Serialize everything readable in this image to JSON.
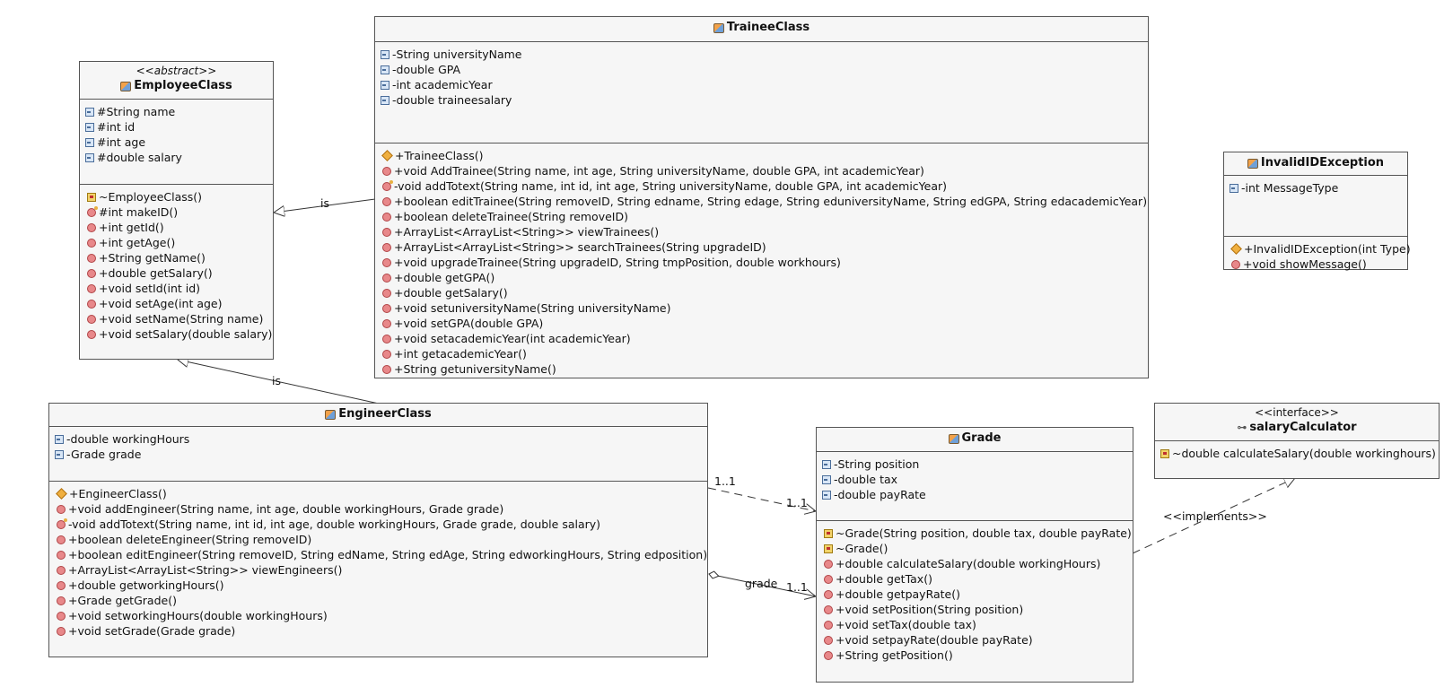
{
  "classes": {
    "trainee": {
      "name": "TraineeClass",
      "attributes": [
        {
          "text": "-String universityName",
          "icon": "field-icon"
        },
        {
          "text": "-double GPA",
          "icon": "field-icon"
        },
        {
          "text": "-int academicYear",
          "icon": "field-icon"
        },
        {
          "text": "-double traineesalary",
          "icon": "field-icon"
        }
      ],
      "operations": [
        {
          "text": "+TraineeClass()",
          "icon": "constructor-icon"
        },
        {
          "text": "+void AddTrainee(String name, int age, String universityName, double GPA, int academicYear)",
          "icon": "method-icon"
        },
        {
          "text": "-void addTotext(String name, int id, int age, String universityName, double GPA, int academicYear)",
          "icon": "private-method-icon"
        },
        {
          "text": "+boolean editTrainee(String removeID, String edname, String edage, String eduniversityName, String edGPA, String edacademicYear)",
          "icon": "method-icon"
        },
        {
          "text": "+boolean deleteTrainee(String removeID)",
          "icon": "method-icon"
        },
        {
          "text": "+ArrayList<ArrayList<String>> viewTrainees()",
          "icon": "method-icon"
        },
        {
          "text": "+ArrayList<ArrayList<String>> searchTrainees(String upgradeID)",
          "icon": "method-icon"
        },
        {
          "text": "+void upgradeTrainee(String upgradeID, String tmpPosition, double workhours)",
          "icon": "method-icon"
        },
        {
          "text": "+double getGPA()",
          "icon": "method-icon"
        },
        {
          "text": "+double getSalary()",
          "icon": "method-icon"
        },
        {
          "text": "+void setuniversityName(String universityName)",
          "icon": "method-icon"
        },
        {
          "text": "+void setGPA(double GPA)",
          "icon": "method-icon"
        },
        {
          "text": "+void setacademicYear(int academicYear)",
          "icon": "method-icon"
        },
        {
          "text": "+int getacademicYear()",
          "icon": "method-icon"
        },
        {
          "text": "+String getuniversityName()",
          "icon": "method-icon"
        }
      ]
    },
    "employee": {
      "stereotype": "<<abstract>>",
      "name": "EmployeeClass",
      "attributes": [
        {
          "text": "#String name",
          "icon": "field-icon"
        },
        {
          "text": "#int id",
          "icon": "field-icon"
        },
        {
          "text": "#int age",
          "icon": "field-icon"
        },
        {
          "text": "#double salary",
          "icon": "field-icon"
        }
      ],
      "operations": [
        {
          "text": "~EmployeeClass()",
          "icon": "package-constructor-icon"
        },
        {
          "text": "#int makeID()",
          "icon": "private-method-icon"
        },
        {
          "text": "+int getId()",
          "icon": "method-icon"
        },
        {
          "text": "+int getAge()",
          "icon": "method-icon"
        },
        {
          "text": "+String getName()",
          "icon": "method-icon"
        },
        {
          "text": "+double getSalary()",
          "icon": "method-icon"
        },
        {
          "text": "+void setId(int id)",
          "icon": "method-icon"
        },
        {
          "text": "+void setAge(int age)",
          "icon": "method-icon"
        },
        {
          "text": "+void setName(String name)",
          "icon": "method-icon"
        },
        {
          "text": "+void setSalary(double salary)",
          "icon": "method-icon"
        }
      ]
    },
    "invalid": {
      "name": "InvalidIDException",
      "attributes": [
        {
          "text": "-int MessageType",
          "icon": "field-icon"
        }
      ],
      "operations": [
        {
          "text": "+InvalidIDException(int Type)",
          "icon": "constructor-icon"
        },
        {
          "text": "+void showMessage()",
          "icon": "method-icon"
        }
      ]
    },
    "engineer": {
      "name": "EngineerClass",
      "attributes": [
        {
          "text": "-double workingHours",
          "icon": "field-icon"
        },
        {
          "text": "-Grade grade",
          "icon": "field-icon"
        }
      ],
      "operations": [
        {
          "text": "+EngineerClass()",
          "icon": "constructor-icon"
        },
        {
          "text": "+void addEngineer(String name, int age, double workingHours, Grade grade)",
          "icon": "method-icon"
        },
        {
          "text": "-void addTotext(String name, int id, int age, double workingHours, Grade grade, double salary)",
          "icon": "private-method-icon"
        },
        {
          "text": "+boolean deleteEngineer(String removeID)",
          "icon": "method-icon"
        },
        {
          "text": "+boolean editEngineer(String removeID, String edName, String edAge, String edworkingHours, String edposition)",
          "icon": "method-icon"
        },
        {
          "text": "+ArrayList<ArrayList<String>> viewEngineers()",
          "icon": "method-icon"
        },
        {
          "text": "+double getworkingHours()",
          "icon": "method-icon"
        },
        {
          "text": "+Grade getGrade()",
          "icon": "method-icon"
        },
        {
          "text": "+void setworkingHours(double workingHours)",
          "icon": "method-icon"
        },
        {
          "text": "+void setGrade(Grade grade)",
          "icon": "method-icon"
        }
      ]
    },
    "grade": {
      "name": "Grade",
      "attributes": [
        {
          "text": "-String position",
          "icon": "field-icon"
        },
        {
          "text": "-double tax",
          "icon": "field-icon"
        },
        {
          "text": "-double payRate",
          "icon": "field-icon"
        }
      ],
      "operations": [
        {
          "text": "~Grade(String position, double tax, double payRate)",
          "icon": "package-constructor-icon"
        },
        {
          "text": "~Grade()",
          "icon": "package-constructor-icon"
        },
        {
          "text": "+double calculateSalary(double workingHours)",
          "icon": "method-icon"
        },
        {
          "text": "+double getTax()",
          "icon": "method-icon"
        },
        {
          "text": "+double getpayRate()",
          "icon": "method-icon"
        },
        {
          "text": "+void setPosition(String position)",
          "icon": "method-icon"
        },
        {
          "text": "+void setTax(double tax)",
          "icon": "method-icon"
        },
        {
          "text": "+void setpayRate(double payRate)",
          "icon": "method-icon"
        },
        {
          "text": "+String getPosition()",
          "icon": "method-icon"
        }
      ]
    },
    "salary": {
      "stereotype": "<<interface>>",
      "name": "salaryCalculator",
      "operations": [
        {
          "text": "~double calculateSalary(double workinghours)",
          "icon": "package-method-icon"
        }
      ]
    }
  },
  "edges": {
    "trainee_is_label": "is",
    "engineer_is_label": "is",
    "dependency_source_mult": "1..1",
    "dependency_target_mult": "1..1",
    "aggregation_role": "grade",
    "aggregation_mult": "1..1",
    "implements_label": "<<implements>>"
  }
}
